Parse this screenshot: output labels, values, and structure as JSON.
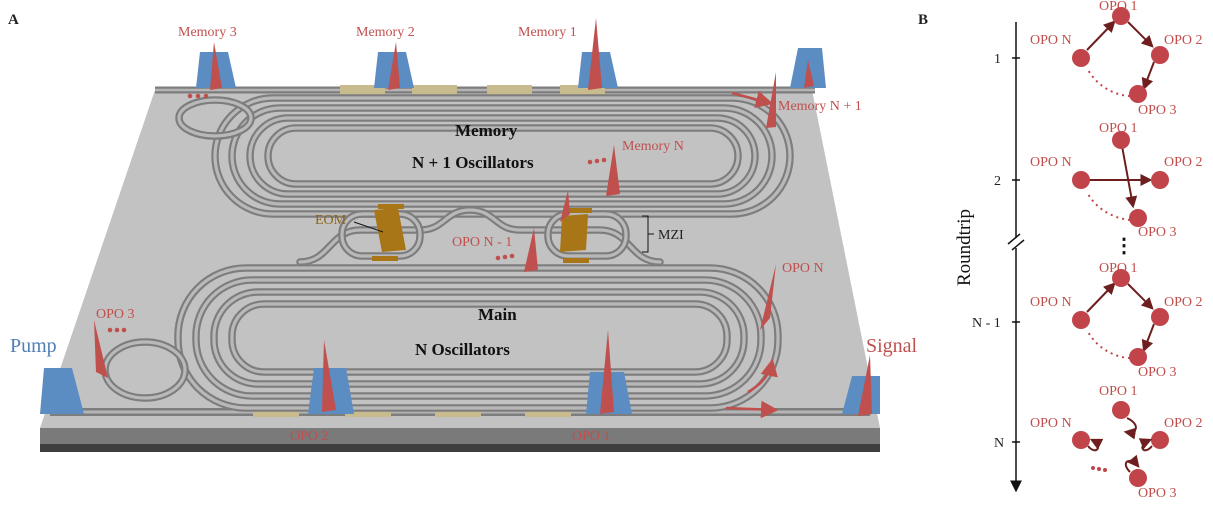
{
  "panel_a": {
    "label": "A",
    "pump": "Pump",
    "signal": "Signal",
    "memory_block_title": "Memory",
    "memory_block_sub": "N + 1 Oscillators",
    "main_block_title": "Main",
    "main_block_sub": "N Oscillators",
    "eom": "EOM",
    "mzi": "MZI",
    "memory_3": "Memory 3",
    "memory_2": "Memory 2",
    "memory_1": "Memory 1",
    "memory_n": "Memory N",
    "memory_n1": "Memory N + 1",
    "opo_n_minus_1": "OPO N - 1",
    "opo_n": "OPO N",
    "opo_3": "OPO 3",
    "opo_2": "OPO 2",
    "opo_1": "OPO 1",
    "ellipsis": "•••"
  },
  "panel_b": {
    "label": "B",
    "axis_label": "Roundtrip",
    "ticks": [
      "1",
      "2",
      "N - 1",
      "N"
    ],
    "vertical_ellipsis": "⋮",
    "nodes": {
      "top": "OPO 1",
      "left": "OPO N",
      "right": "OPO 2",
      "bottom": "OPO 3"
    }
  },
  "colors": {
    "red": "#c0504d",
    "blue": "#4f7fb5",
    "chip": "#bfbfbf",
    "waveguide": "#7d7d7d",
    "eom_gold": "#a87517",
    "arrow_dark": "#6e1e1e"
  }
}
